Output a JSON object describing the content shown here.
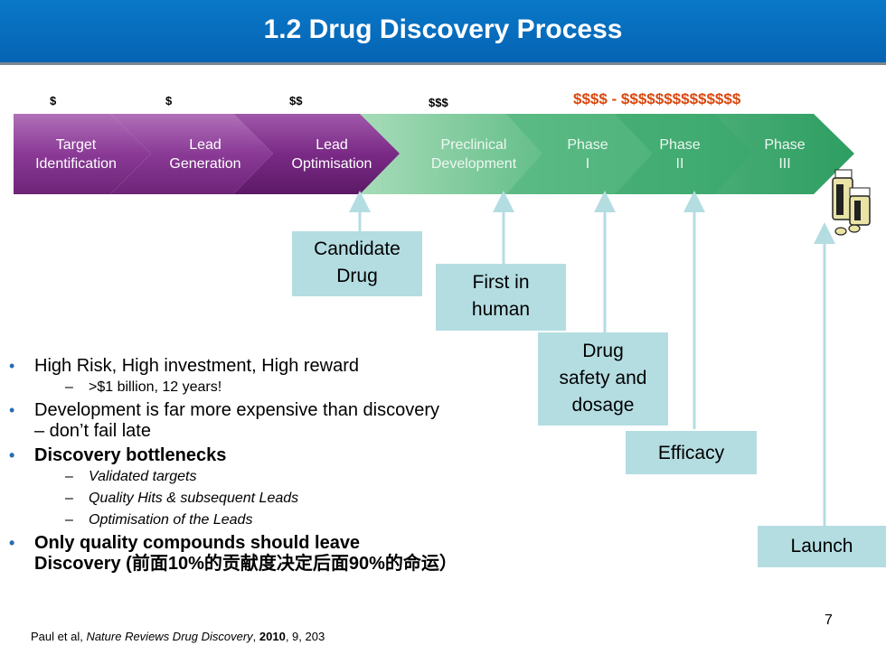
{
  "header": {
    "title": "1.2 Drug Discovery Process"
  },
  "costs": [
    "$",
    "$",
    "$$",
    "$$$",
    "$$$$ - $$$$$$$$$$$$$$"
  ],
  "stages": [
    {
      "line1": "Target",
      "line2": "Identification"
    },
    {
      "line1": "Lead",
      "line2": "Generation"
    },
    {
      "line1": "Lead",
      "line2": "Optimisation"
    },
    {
      "line1": "Preclinical",
      "line2": "Development"
    },
    {
      "line1": "Phase",
      "line2": "I"
    },
    {
      "line1": "Phase",
      "line2": "II"
    },
    {
      "line1": "Phase",
      "line2": "III"
    }
  ],
  "milestones": {
    "candidate_drug": {
      "line1": "Candidate",
      "line2": "Drug"
    },
    "first_in_human": {
      "line1": "First in",
      "line2": "human"
    },
    "drug_safety": {
      "line1": "Drug",
      "line2": "safety and",
      "line3": "dosage"
    },
    "efficacy": "Efficacy",
    "launch": "Launch"
  },
  "bullets": {
    "b1": "High Risk, High investment, High reward",
    "b1_sub": ">$1 billion, 12 years!",
    "b2_line1": "Development is far more expensive than discovery",
    "b2_line2": "– don’t fail late",
    "b3": "Discovery bottlenecks",
    "b3_subs": [
      "Validated targets",
      "Quality Hits & subsequent Leads",
      "Optimisation of the Leads"
    ],
    "b4_line1": "Only quality compounds should leave",
    "b4_line2": "Discovery (前面10%的贡献度决定后面90%的命运）"
  },
  "reference": {
    "authors": "Paul et al, ",
    "journal": "Nature Reviews Drug Discovery",
    "sep1": ", ",
    "year": "2010",
    "rest": ", 9, 203"
  },
  "page_number": "7",
  "colors": {
    "title_bar": "#0a6ebd",
    "purple": "#7b2a86",
    "green": "#2e9e62",
    "box": "#b4dde2",
    "cost_red": "#d9480f"
  }
}
